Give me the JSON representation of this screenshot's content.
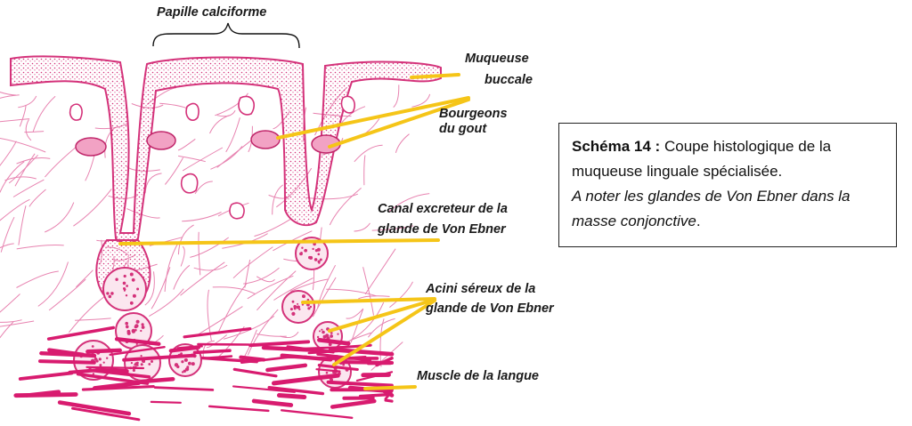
{
  "labels": {
    "papille": "Papille calciforme",
    "muqueuse_1": "Muqueuse",
    "muqueuse_2": "buccale",
    "bourgeons_1": "Bourgeons",
    "bourgeons_2": "du gout",
    "canal_1": "Canal excreteur de la",
    "canal_2": "glande de Von Ebner",
    "acini_1": "Acini séreux de la",
    "acini_2": "glande de Von Ebner",
    "muscle": "Muscle de la langue"
  },
  "caption": {
    "title": "Schéma 14 :",
    "text_1": " Coupe histologique de la",
    "text_2": "muqueuse linguale spécialisée.",
    "note_1": "A noter les glandes de Von Ebner dans la",
    "note_2": "masse conjonctive",
    "note_end": "."
  },
  "colors": {
    "tissue": "#d4327a",
    "tissue_light": "#fbe6ef",
    "pointer": "#f5c518"
  }
}
